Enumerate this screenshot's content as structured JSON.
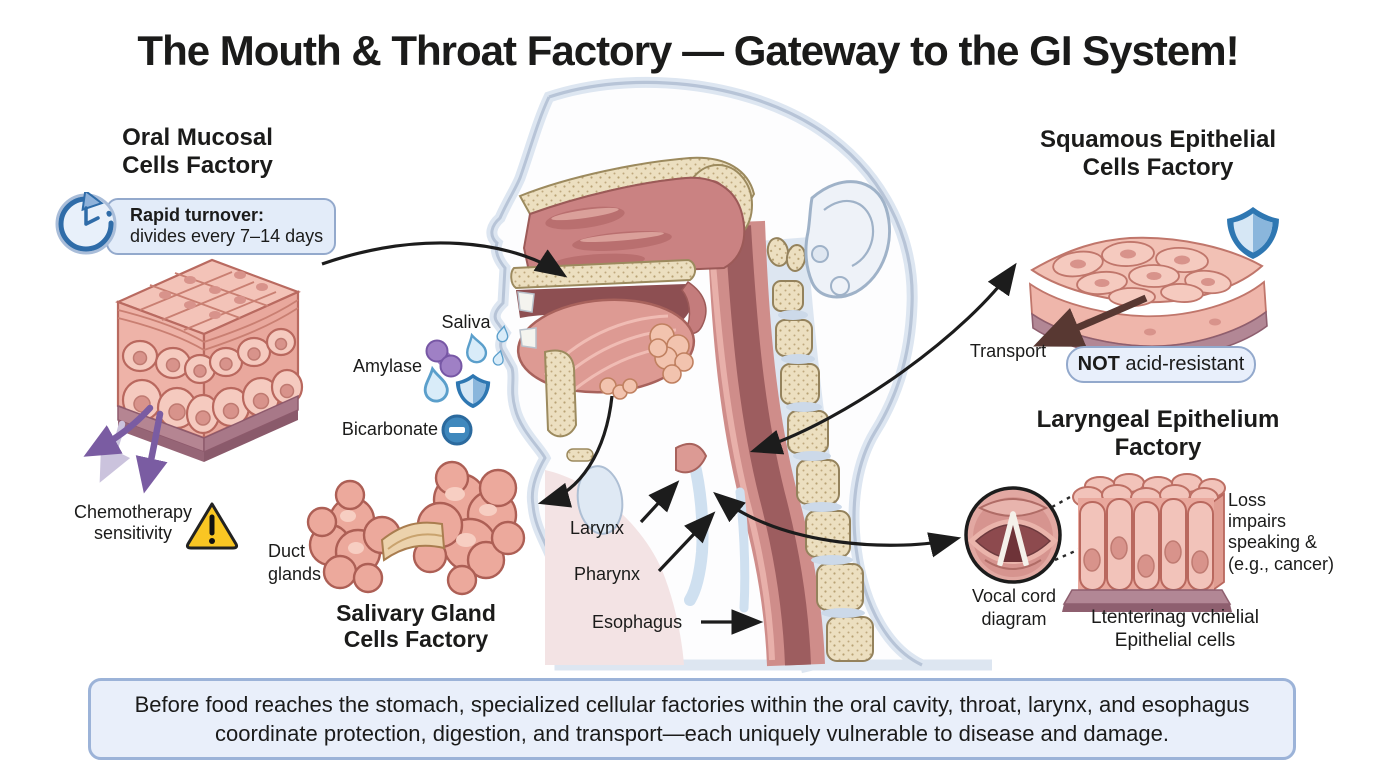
{
  "title": "The Mouth & Throat Factory — Gateway to the GI System!",
  "colors": {
    "badge_bg": "#e3ecf9",
    "badge_border": "#93a9cc",
    "footer_bg": "#e9effa",
    "footer_border": "#9cb3d8",
    "arrow_black": "#1c1c1c",
    "arrow_purple": "#7a5ca2",
    "arrow_brown": "#583832",
    "warning_yellow": "#f9c623",
    "shield_blue": "#2e77b2",
    "tissue_pink": "#f2c3ba",
    "mucosa_rose": "#c98282",
    "bone_tan": "#ecdfc0",
    "droplet_blue": "#d9ecf9",
    "enzyme_purple": "#9f80c5",
    "bicarbonate_blue": "#3f88bd"
  },
  "oral_mucosal": {
    "heading": "Oral Mucosal\nCells Factory",
    "badge_title": "Rapid turnover:",
    "badge_subtitle": "divides every 7–14 days",
    "chemo_label": "Chemotherapy\nsensitivity"
  },
  "saliva": {
    "saliva_label": "Saliva",
    "amylase_label": "Amylase",
    "bicarbonate_label": "Bicarbonate"
  },
  "salivary_gland": {
    "duct_label": "Duct\nglands",
    "heading": "Salivary Gland\nCells Factory"
  },
  "anatomy": {
    "larynx_label": "Larynx",
    "pharynx_label": "Pharynx",
    "esophagus_label": "Esophagus"
  },
  "squamous": {
    "heading": "Squamous Epithelial\nCells Factory",
    "transport_label": "Transport",
    "badge_bold": "NOT",
    "badge_rest": " acid-resistant"
  },
  "laryngeal": {
    "heading": "Laryngeal Epithelium\nFactory",
    "loss_note": "Loss\nimpairs\nspeaking &\n(e.g., cancer)",
    "vocal_label": "Vocal cord\ndiagram",
    "cells_label": "Ltenterinag vchielial\nEpithelial cells"
  },
  "footer": {
    "text": "Before food reaches the stomach, specialized cellular factories within the oral cavity, throat, larynx, and esophagus coordinate protection, digestion, and transport—each uniquely vulnerable to disease and damage."
  },
  "icons": {
    "clock": "rapid-turnover-clock",
    "warning": "chemotherapy-warning-triangle",
    "shield": "protection-shield",
    "droplet": "saliva-droplet",
    "enzyme": "amylase-enzyme-blob",
    "minus_circle": "bicarbonate-minus-circle",
    "vocal_cord": "vocal-cord-diagram"
  }
}
